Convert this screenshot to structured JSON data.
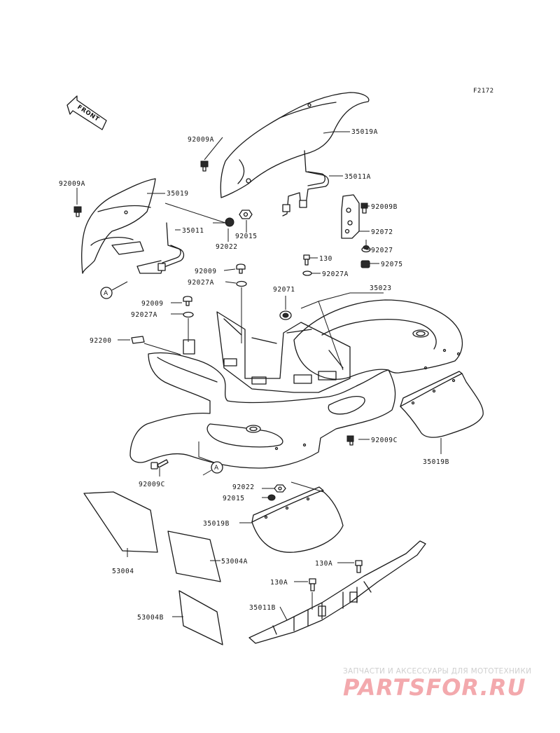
{
  "figure_code": "F2172",
  "front_indicator": "FRONT",
  "reference_mark": "A",
  "parts": {
    "p35019A": "35019A",
    "p92009A_top": "92009A",
    "p35011A": "35011A",
    "p92009A_left": "92009A",
    "p35019": "35019",
    "p35011": "35011",
    "p92022_top": "92022",
    "p92015_top": "92015",
    "p92009B": "92009B",
    "p92072": "92072",
    "p92027": "92027",
    "p92075": "92075",
    "p130": "130",
    "p92027A_right": "92027A",
    "p92009_top": "92009",
    "p92027A_top": "92027A",
    "p92071": "92071",
    "p35023": "35023",
    "p92009_mid": "92009",
    "p92027A_mid": "92027A",
    "p92200": "92200",
    "p92009C_right": "92009C",
    "p35019B_right": "35019B",
    "p92009C_left": "92009C",
    "p92022_bottom": "92022",
    "p92015_bottom": "92015",
    "p35019B_left": "35019B",
    "p53004": "53004",
    "p53004A": "53004A",
    "p130A_right": "130A",
    "p130A_left": "130A",
    "p35011B": "35011B",
    "p53004B": "53004B"
  },
  "watermark": {
    "subtitle": "ЗАПЧАСТИ И АКСЕССУАРЫ ДЛЯ МОТОТЕХНИКИ",
    "logo": "PARTSFOR.RU"
  },
  "colors": {
    "line": "#1a1a1a",
    "watermark_logo": "#f3a9ad",
    "watermark_text": "#cfcfcf"
  }
}
